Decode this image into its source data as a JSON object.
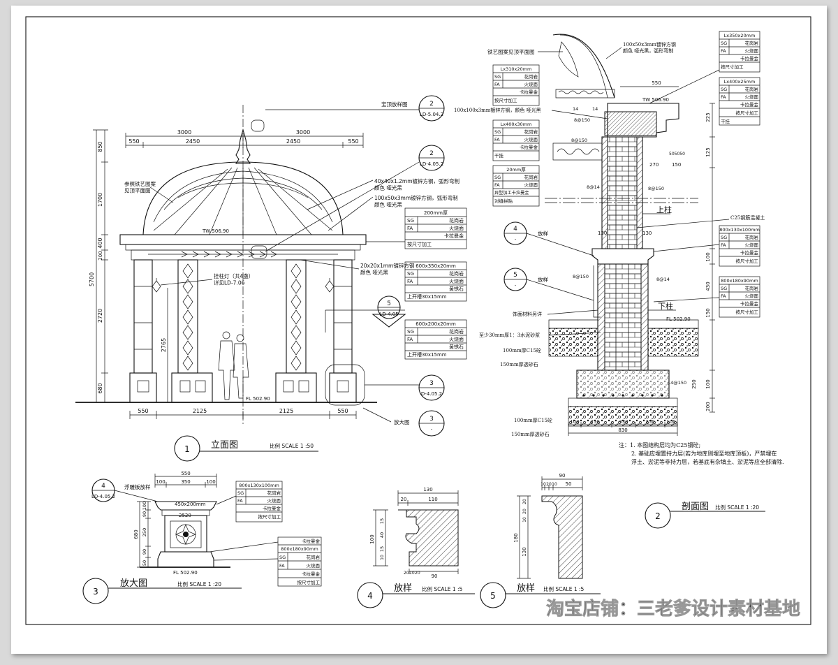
{
  "views": {
    "elevation": {
      "number": "1",
      "title": "立面图",
      "scale": "比例 SCALE 1 :50",
      "dims_top_overall": [
        "3000",
        "3000"
      ],
      "dims_top": [
        "550",
        "2450",
        "2450",
        "550"
      ],
      "dims_bottom": [
        "550",
        "2125",
        "2125",
        "550"
      ],
      "dims_left": [
        "850",
        "1700",
        "400",
        "200",
        "2720",
        "680"
      ],
      "dim_left_total": "5700",
      "dim_light": "2765",
      "tw_level": "TW 506.90",
      "fl_level": "FL 502.90",
      "callouts": [
        {
          "num": "2",
          "ref": "LD-5.04.2",
          "text": "宝顶放样图"
        },
        {
          "num": "2",
          "ref": "LD-4.05.2",
          "text": ""
        },
        {
          "num": "5",
          "ref": "LD-4.05",
          "text": ""
        },
        {
          "num": "3",
          "ref": "D-4.05.2",
          "text": ""
        },
        {
          "num": "3",
          "ref": "-",
          "text": "放大图"
        }
      ],
      "notes": [
        "参照铁艺图案\n见顶平面图",
        "40x40x1.2mm镀锌方钢，弧形弯制\n颜色  哑光黑",
        "100x50x3mm镀锌方钢，弧形弯制\n颜色  哑光黑",
        "挂柱灯（共4盏）\n详见LD-7.06",
        "20x20x1mm镀锌方钢\n颜色  哑光黑"
      ],
      "tables": [
        {
          "title": "200mm厚",
          "rows": [
            [
              "SG",
              "花岗岩"
            ],
            [
              "FA",
              "火烧面"
            ],
            [
              "",
              "卡拉曼金"
            ],
            [
              "按尺寸加工",
              ""
            ]
          ]
        },
        {
          "title": "600x350x20mm",
          "rows": [
            [
              "SG",
              "花岗岩"
            ],
            [
              "FA",
              "火烧面"
            ],
            [
              "",
              "黄锈石"
            ],
            [
              "上开槽30x15mm",
              ""
            ]
          ]
        },
        {
          "title": "600x200x20mm",
          "rows": [
            [
              "SG",
              "花岗岩"
            ],
            [
              "FA",
              "火烧面"
            ],
            [
              "",
              "黄锈石"
            ],
            [
              "上开槽30x15mm",
              ""
            ]
          ]
        }
      ]
    },
    "section": {
      "number": "2",
      "title": "剖面图",
      "scale": "比例 SCALE 1 :20",
      "labels": {
        "top_plan": "铁艺图案见顶平面图",
        "steel_note": "100x50x3mm镀锌方钢\n颜色  哑光黑，弧形弯制",
        "tube_note": "100x100x3mm镀锌方钢，颜色 哑光黑",
        "upper_col": "上柱",
        "lower_col": "下柱",
        "concrete": "C25钢筋混凝土",
        "finish": "饰面材料另详",
        "mortar": "至少30mm厚1：3水泥砂浆",
        "c15": "100mm厚C15砼",
        "gravel": "150mm厚透砂石",
        "c15b": "100mm厚C15砼",
        "gravel_b": "150mm厚透砂石",
        "fangyang": "放样",
        "fangyang2": "放样"
      },
      "dims": [
        "550",
        "100",
        "100",
        "225",
        "125",
        "270",
        "150",
        "505050",
        "130",
        "130",
        "100",
        "430",
        "150",
        "100",
        "250",
        "200",
        "100",
        "250",
        "330",
        "250",
        "100",
        "830",
        "14",
        "14",
        "8@150",
        "8@150",
        "8@150",
        "8@150",
        "8@14",
        "8@14",
        "14@150"
      ],
      "tw_level": "TW 506.90",
      "fl_level": "FL 502.90",
      "callouts": [
        {
          "num": "4",
          "ref": "-"
        },
        {
          "num": "5",
          "ref": "-"
        }
      ],
      "tables": [
        {
          "title": "Lx350x20mm",
          "rows": [
            [
              "SG",
              "花岗岩"
            ],
            [
              "FA",
              "火烧面"
            ],
            [
              "",
              "卡拉曼金"
            ],
            [
              "按尺寸加工",
              ""
            ]
          ]
        },
        {
          "title": "Lx400x25mm",
          "rows": [
            [
              "SG",
              "花岗岩"
            ],
            [
              "FA",
              "火烧面"
            ],
            [
              "",
              "卡拉曼金"
            ],
            [
              "",
              "按尺寸加工"
            ],
            [
              "干挂",
              ""
            ]
          ]
        },
        {
          "title": "Lx310x20mm",
          "rows": [
            [
              "SG",
              "花岗岩"
            ],
            [
              "FA",
              "火烧面"
            ],
            [
              "",
              "卡拉曼金"
            ],
            [
              "按尺寸加工",
              ""
            ]
          ]
        },
        {
          "title": "Lx400x30mm",
          "rows": [
            [
              "SG",
              "花岗岩"
            ],
            [
              "FA",
              "火烧面"
            ],
            [
              "",
              "卡拉曼金"
            ],
            [
              "干挂",
              ""
            ]
          ]
        },
        {
          "title": "20mm厚",
          "rows": [
            [
              "SG",
              "花岗岩"
            ],
            [
              "FA",
              "火烧面"
            ],
            [
              "异型加工卡拉曼金",
              ""
            ],
            [
              "对缝拼贴",
              ""
            ]
          ]
        },
        {
          "title": "800x130x100mm",
          "rows": [
            [
              "SG",
              "花岗岩"
            ],
            [
              "FA",
              "火烧面"
            ],
            [
              "",
              "卡拉曼金"
            ],
            [
              "",
              "按尺寸加工"
            ]
          ]
        },
        {
          "title": "800x180x90mm",
          "rows": [
            [
              "SG",
              "花岗岩"
            ],
            [
              "FA",
              "火烧面"
            ],
            [
              "",
              "卡拉曼金"
            ],
            [
              "",
              "按尺寸加工"
            ]
          ]
        }
      ],
      "notes": [
        "注：1. 本图结构层均为C25钢砼;",
        "2. 基础应埋置持力层(若为地库则埋至地库顶板)，严禁埋在",
        "浮土、淤泥等非持力层，若基底有杂填土、淤泥等应全部清除."
      ]
    },
    "detail3": {
      "number": "3",
      "title": "放大图",
      "scale": "比例 SCALE 1 :20",
      "callout": {
        "num": "4",
        "ref": "LD-4.05.2"
      },
      "label": "浮雕板放样",
      "dims_top": [
        "550",
        "100",
        "350",
        "100"
      ],
      "dims_inner": [
        "450x200mm",
        "2520"
      ],
      "dims_left": [
        "100",
        "90",
        "250",
        "90",
        "50",
        "680"
      ],
      "fl_level": "FL 502.90",
      "tables": [
        {
          "title": "800x130x100mm",
          "rows": [
            [
              "SG",
              "花岗岩"
            ],
            [
              "FA",
              "火烧面"
            ],
            [
              "",
              "卡拉曼金"
            ],
            [
              "",
              "按尺寸加工"
            ]
          ]
        },
        {
          "title": "卡拉曼金",
          "rows": [
            [
              "800x180x90mm",
              ""
            ],
            [
              "SG",
              "花岗岩"
            ],
            [
              "FA",
              "火烧面"
            ],
            [
              "",
              "卡拉曼金"
            ],
            [
              "",
              "按尺寸加工"
            ]
          ]
        }
      ]
    },
    "detail4": {
      "number": "4",
      "title": "放样",
      "scale": "比例 SCALE 1 :5",
      "dims": [
        "130",
        "20",
        "110",
        "100",
        "15",
        "40",
        "15",
        "10",
        "20",
        "10",
        "20",
        "90"
      ]
    },
    "detail5": {
      "number": "5",
      "title": "放样",
      "scale": "比例 SCALE 1 :5",
      "dims": [
        "90",
        "10",
        "20",
        "10",
        "50",
        "20",
        "20",
        "10",
        "180",
        "130"
      ]
    }
  },
  "watermark": "淘宝店铺：三老爹设计素材基地"
}
